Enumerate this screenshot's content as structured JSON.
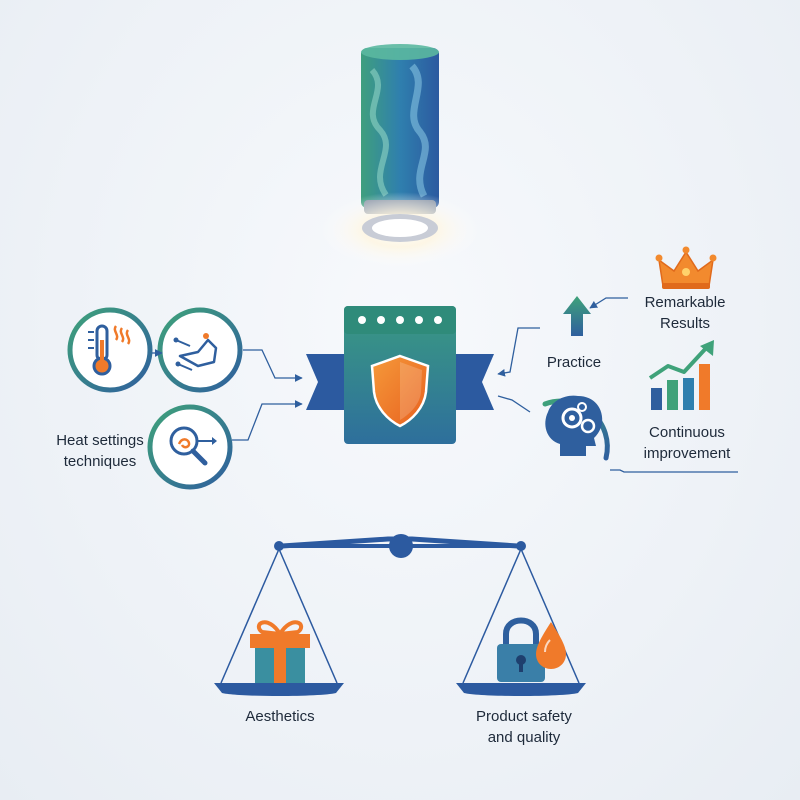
{
  "labels": {
    "heat_settings_line1": "Heat settings",
    "heat_settings_line2": "techniques",
    "practice": "Practice",
    "remarkable_line1": "Remarkable",
    "remarkable_line2": "Results",
    "continuous_line1": "Continuous",
    "continuous_line2": "improvement",
    "aesthetics": "Aesthetics",
    "safety_line1": "Product safety",
    "safety_line2": "and quality"
  },
  "colors": {
    "navy": "#2f5f9e",
    "green": "#3fa27a",
    "orange": "#f07a2a",
    "ink": "#1e2a3a"
  },
  "icons": [
    "heat-lamp-icon",
    "thermometer-icon",
    "touch-settings-icon",
    "magnifier-icon",
    "shield-icon",
    "up-arrow-icon",
    "crown-icon",
    "growth-chart-icon",
    "brain-gears-icon",
    "balance-scale-icon",
    "gift-icon",
    "lock-icon",
    "droplet-icon"
  ]
}
